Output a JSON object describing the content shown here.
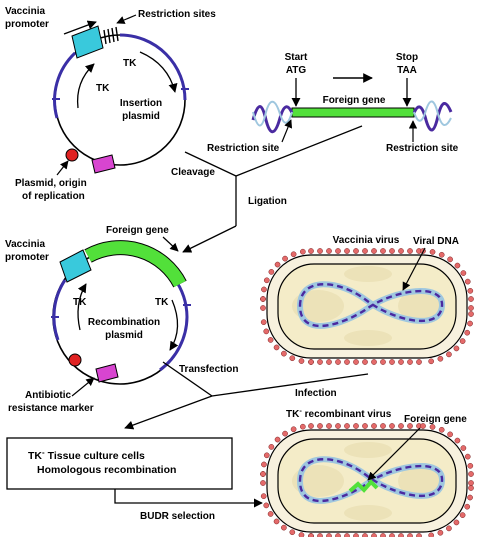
{
  "colors": {
    "backbone": "#3a2fa6",
    "promoter": "#39c9dc",
    "foreign_gene": "#52e03a",
    "marker": "#d845d0",
    "origin": "#e02222",
    "vaccinia_coat": "#f4ecc8",
    "vaccinia_dots": "#e46a6a",
    "dna_helix": "#4a2aa0",
    "dna_strand": "#9fc7df"
  },
  "insertion_plasmid": {
    "label_line1": "Insertion",
    "label_line2": "plasmid",
    "tk_left": "TK",
    "tk_right": "TK",
    "promoter_label_line1": "Vaccinia",
    "promoter_label_line2": "promoter",
    "restriction_sites": "Restriction sites",
    "origin_label_line1": "Plasmid, origin",
    "origin_label_line2": "of replication"
  },
  "foreign_gene_fragment": {
    "start_line1": "Start",
    "start_line2": "ATG",
    "stop_line1": "Stop",
    "stop_line2": "TAA",
    "gene_label": "Foreign gene",
    "restriction_left": "Restriction site",
    "restriction_right": "Restriction site"
  },
  "steps": {
    "cleavage": "Cleavage",
    "ligation": "Ligation",
    "transfection": "Transfection",
    "infection": "Infection",
    "budr": "BUDR selection"
  },
  "recombination_plasmid": {
    "label_line1": "Recombination",
    "label_line2": "plasmid",
    "tk_left": "TK",
    "tk_right": "TK",
    "foreign_gene": "Foreign gene",
    "promoter_label_line1": "Vaccinia",
    "promoter_label_line2": "promoter",
    "marker_line1": "Antibiotic",
    "marker_line2": "resistance marker"
  },
  "vaccinia_virus": {
    "title": "Vaccinia virus",
    "viral_dna": "Viral DNA"
  },
  "culture_box": {
    "line1_prefix": "TK",
    "line1_sup": "-",
    "line1_rest": " Tissue culture cells",
    "line2": "Homologous recombination"
  },
  "recombinant_virus": {
    "title_prefix": "TK",
    "title_sup": "-",
    "title_rest": " recombinant virus",
    "foreign_gene": "Foreign gene"
  }
}
